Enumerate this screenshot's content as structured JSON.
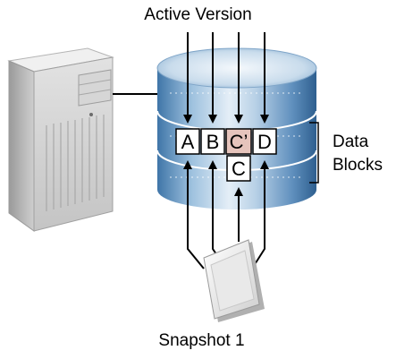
{
  "diagram": {
    "title": "Active Version",
    "active_blocks": [
      "A",
      "B",
      "C’",
      "D"
    ],
    "previous_block": "C",
    "data_label_line1": "Data",
    "data_label_line2": "Blocks",
    "snapshot_label": "Snapshot 1"
  },
  "icons": {
    "server": "server-tower-icon",
    "storage": "database-cylinder-icon",
    "snapshot": "snapshot-page-icon"
  },
  "colors": {
    "changed_block": "#e6c4bc",
    "block_fill": "#ffffff",
    "disk_blue": "#5a8bb8"
  }
}
